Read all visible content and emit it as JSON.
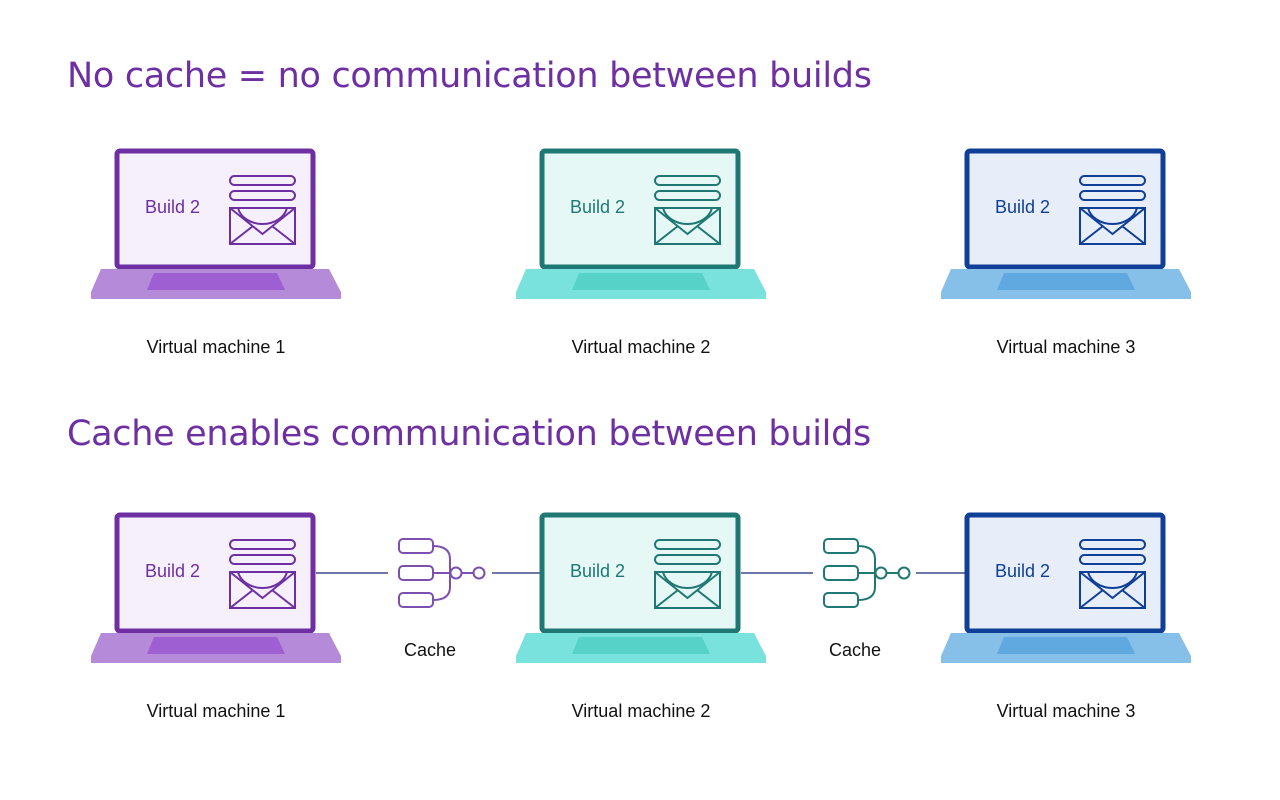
{
  "section_no_cache": {
    "title": "No cache = no communication between builds",
    "machines": [
      {
        "label": "Virtual machine 1",
        "build_label": "Build 2",
        "theme": "purple"
      },
      {
        "label": "Virtual machine 2",
        "build_label": "Build 2",
        "theme": "teal"
      },
      {
        "label": "Virtual machine 3",
        "build_label": "Build 2",
        "theme": "blue"
      }
    ]
  },
  "section_cache": {
    "title": "Cache enables communication between builds",
    "machines": [
      {
        "label": "Virtual machine 1",
        "build_label": "Build 2",
        "theme": "purple"
      },
      {
        "label": "Virtual machine 2",
        "build_label": "Build 2",
        "theme": "teal"
      },
      {
        "label": "Virtual machine 3",
        "build_label": "Build 2",
        "theme": "blue"
      }
    ],
    "caches": [
      {
        "label": "Cache",
        "theme": "purple-teal"
      },
      {
        "label": "Cache",
        "theme": "teal-blue"
      }
    ]
  },
  "themes": {
    "purple": {
      "frame": "#6e2fa3",
      "screen": "#f6f0fc",
      "base": "#b58ad9",
      "pad": "#9e5fd3",
      "text": "#6e2fa3"
    },
    "teal": {
      "frame": "#1f7873",
      "screen": "#e5f8f6",
      "base": "#79e2dc",
      "pad": "#56d2c9",
      "text": "#1f7873"
    },
    "blue": {
      "frame": "#0f3f96",
      "screen": "#e8eef9",
      "base": "#86bfe7",
      "pad": "#5fa8e0",
      "text": "#0f3f96"
    }
  },
  "cache_colors": {
    "purple-teal": "#7d4fb0",
    "teal-blue": "#1f7873"
  },
  "connector_color": "#3b4a8c"
}
